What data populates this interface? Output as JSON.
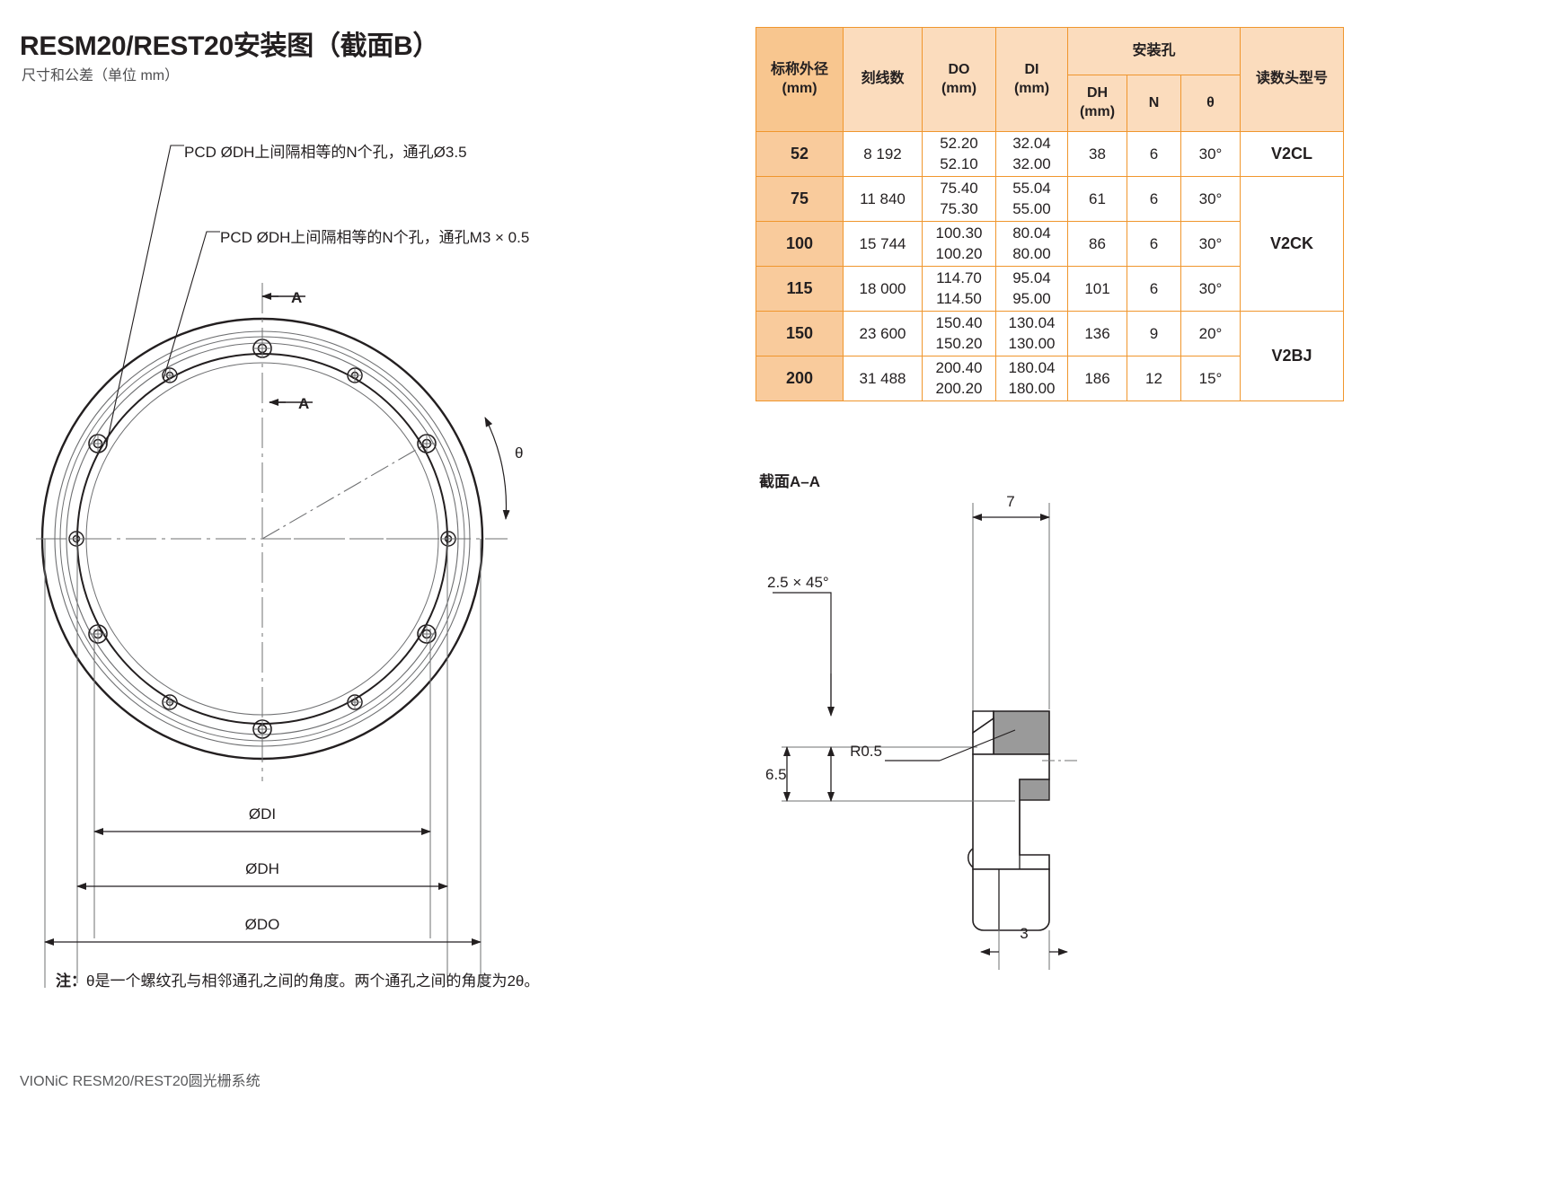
{
  "header": {
    "title": "RESM20/REST20安装图（截面B）",
    "subtitle": "尺寸和公差（单位 mm）"
  },
  "diagram": {
    "annotation_through_hole": "PCD ØDH上间隔相等的N个孔，通孔Ø3.5",
    "annotation_threaded_hole": "PCD ØDH上间隔相等的N个孔，通孔M3 × 0.5",
    "section_marker_top": "A",
    "section_marker_bottom": "A",
    "theta_symbol": "θ",
    "dim_di": "ØDI",
    "dim_dh": "ØDH",
    "dim_do": "ØDO"
  },
  "section": {
    "label": "截面A–A",
    "dim_width": "7",
    "dim_chamfer": "2.5 × 45°",
    "dim_height": "6.5",
    "dim_radius": "R0.5",
    "dim_bottom": "3"
  },
  "table": {
    "headers": {
      "nominal_od": "标称外径",
      "nominal_od_unit": "(mm)",
      "line_count": "刻线数",
      "do": "DO",
      "do_unit": "(mm)",
      "di": "DI",
      "di_unit": "(mm)",
      "mounting_holes": "安装孔",
      "dh": "DH",
      "dh_unit": "(mm)",
      "n": "N",
      "theta": "θ",
      "readhead_model": "读数头型号"
    },
    "rows": [
      {
        "nominal_od": "52",
        "line_count": "8 192",
        "do_max": "52.20",
        "do_min": "52.10",
        "di_max": "32.04",
        "di_min": "32.00",
        "dh": "38",
        "n": "6",
        "theta": "30°"
      },
      {
        "nominal_od": "75",
        "line_count": "11 840",
        "do_max": "75.40",
        "do_min": "75.30",
        "di_max": "55.04",
        "di_min": "55.00",
        "dh": "61",
        "n": "6",
        "theta": "30°"
      },
      {
        "nominal_od": "100",
        "line_count": "15 744",
        "do_max": "100.30",
        "do_min": "100.20",
        "di_max": "80.04",
        "di_min": "80.00",
        "dh": "86",
        "n": "6",
        "theta": "30°"
      },
      {
        "nominal_od": "115",
        "line_count": "18 000",
        "do_max": "114.70",
        "do_min": "114.50",
        "di_max": "95.04",
        "di_min": "95.00",
        "dh": "101",
        "n": "6",
        "theta": "30°"
      },
      {
        "nominal_od": "150",
        "line_count": "23 600",
        "do_max": "150.40",
        "do_min": "150.20",
        "di_max": "130.04",
        "di_min": "130.00",
        "dh": "136",
        "n": "9",
        "theta": "20°"
      },
      {
        "nominal_od": "200",
        "line_count": "31 488",
        "do_max": "200.40",
        "do_min": "200.20",
        "di_max": "180.04",
        "di_min": "180.00",
        "dh": "186",
        "n": "12",
        "theta": "15°"
      }
    ],
    "models": [
      {
        "name": "V2CL",
        "rowspan": 1
      },
      {
        "name": "V2CK",
        "rowspan": 3
      },
      {
        "name": "V2BJ",
        "rowspan": 2
      }
    ]
  },
  "note": {
    "prefix": "注：",
    "text": "θ是一个螺纹孔与相邻通孔之间的角度。两个通孔之间的角度为2θ。"
  },
  "footer": {
    "text": "VIONiC RESM20/REST20圆光栅系统"
  },
  "colors": {
    "table_border": "#f0962d",
    "header_fill": "#fbdcbd",
    "first_col_fill": "#f9cb9c",
    "ink": "#231f20",
    "section_shade": "#9a9a9a"
  }
}
